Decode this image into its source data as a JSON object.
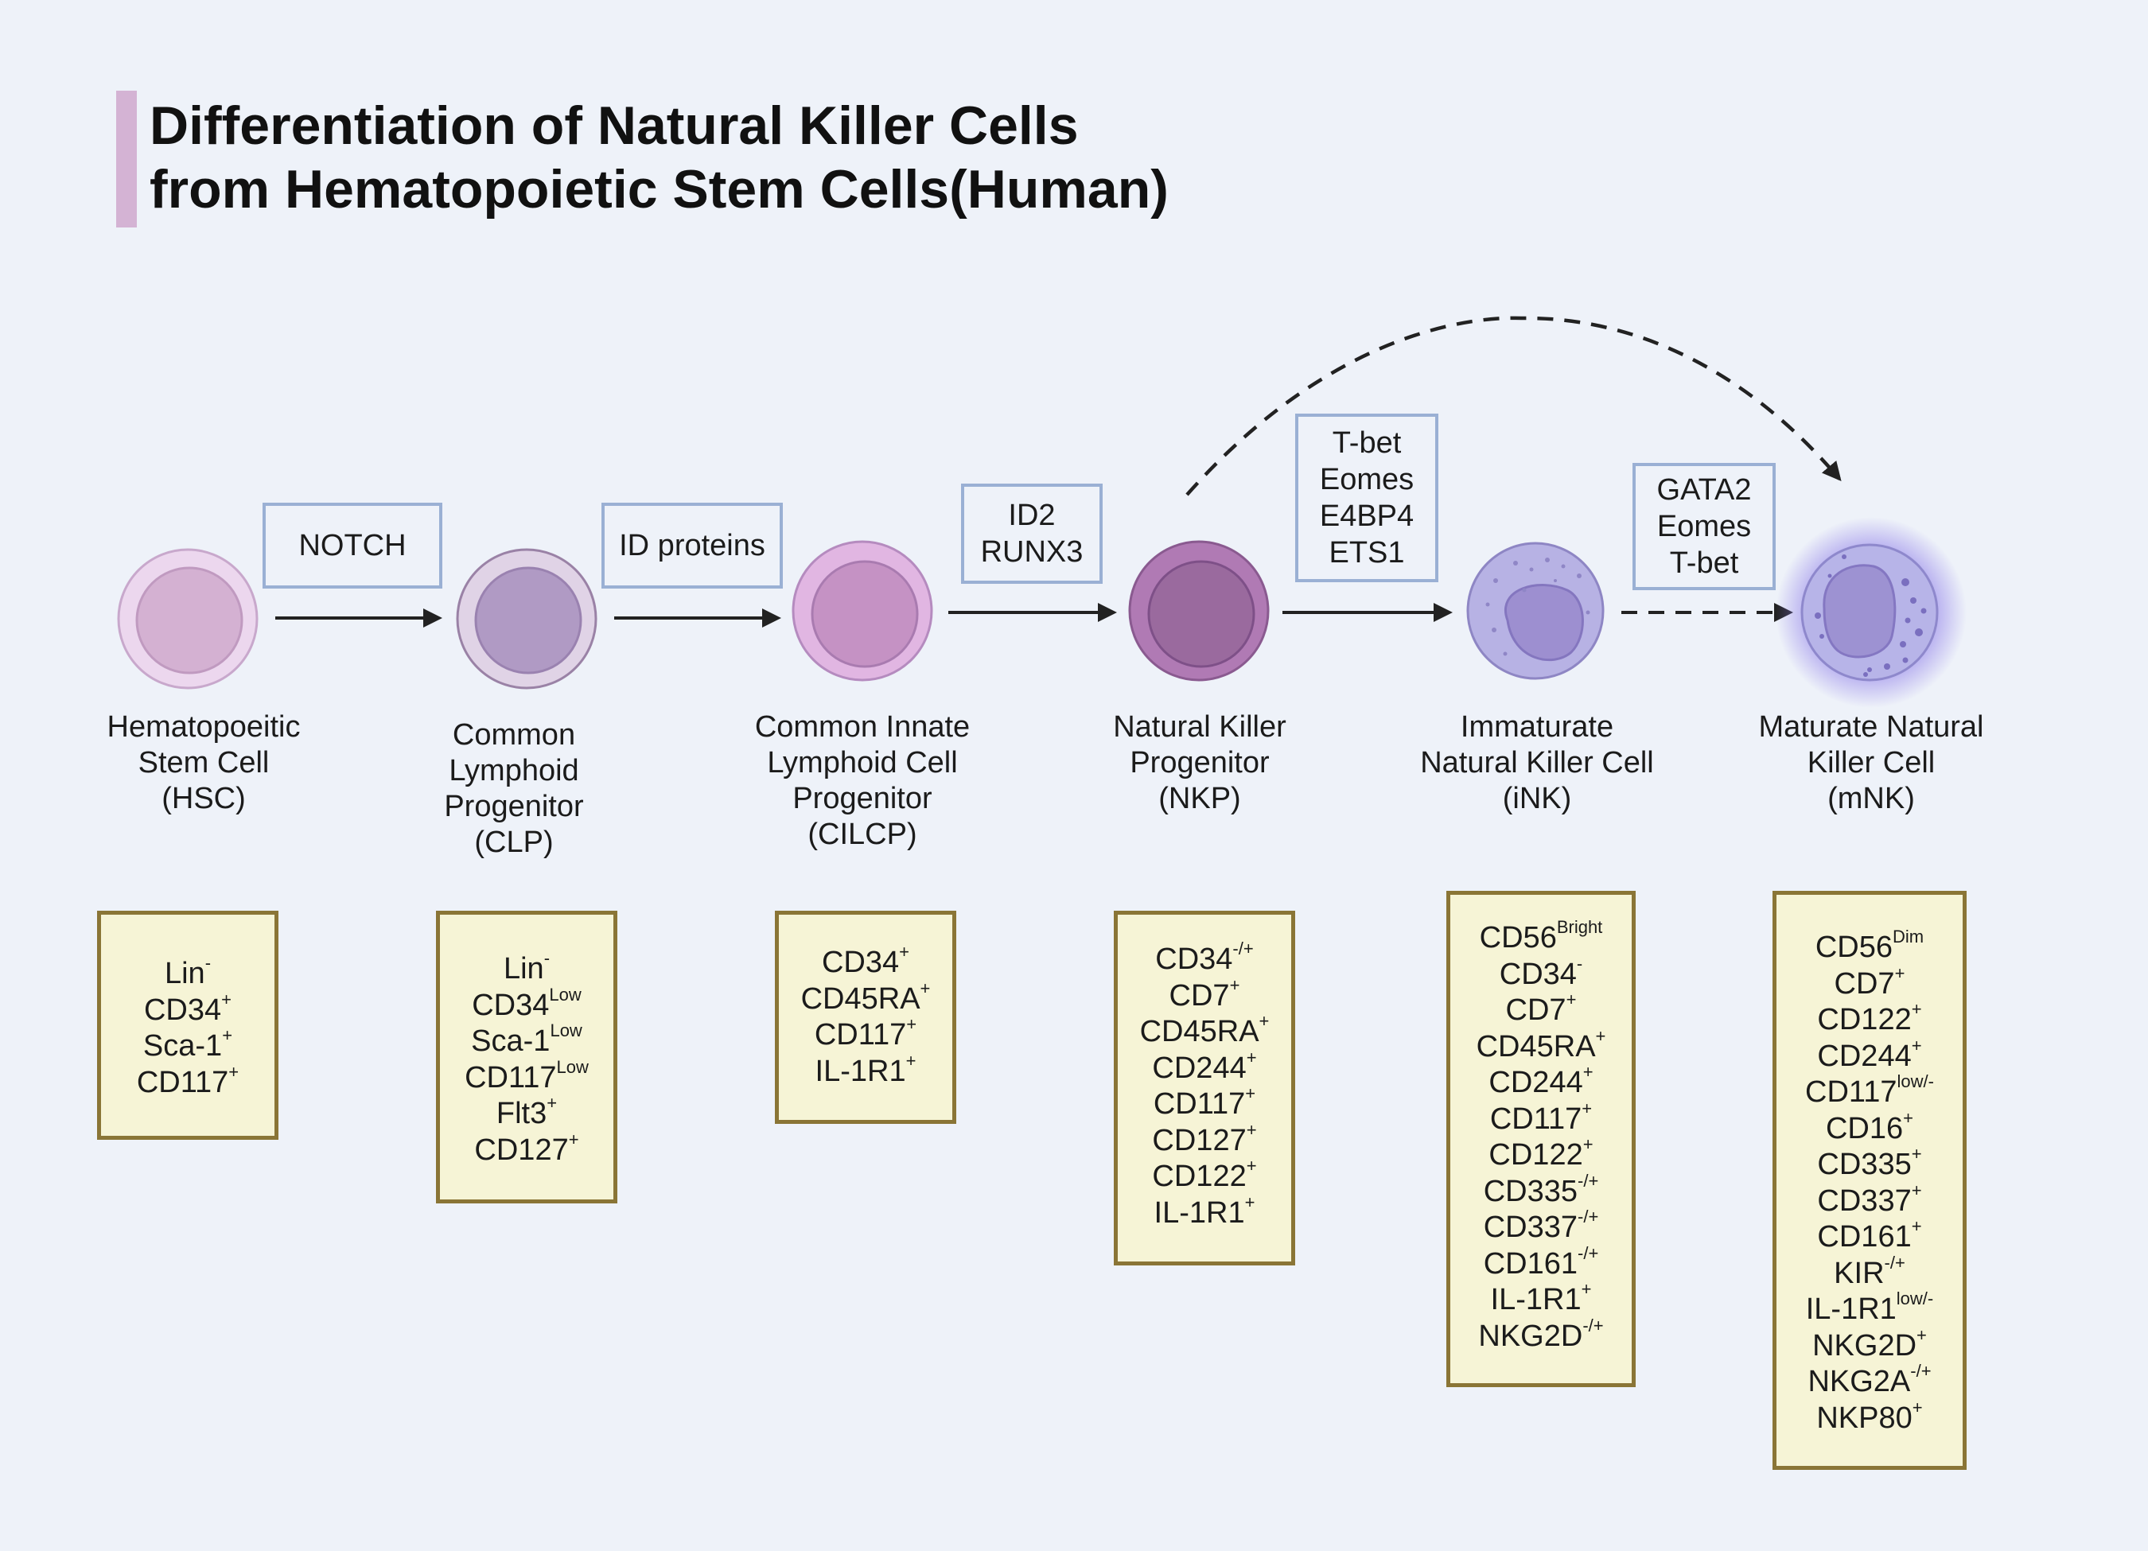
{
  "title": {
    "line1": "Differentiation of Natural Killer Cells",
    "line2": "from Hematopoietic Stem Cells(Human)"
  },
  "colors": {
    "accent_bar": "#d4b3d4",
    "tf_border": "#9ab0d4",
    "marker_border": "#8a7536",
    "marker_fill": "#f6f4d6"
  },
  "transcription_factors": [
    {
      "id": "notch",
      "lines": [
        "NOTCH"
      ]
    },
    {
      "id": "id-proteins",
      "lines": [
        "ID proteins"
      ]
    },
    {
      "id": "id2-runx3",
      "lines": [
        "ID2",
        "RUNX3"
      ]
    },
    {
      "id": "tbet-eomes-e4bp4-ets1",
      "lines": [
        "T-bet",
        "Eomes",
        "E4BP4",
        "ETS1"
      ]
    },
    {
      "id": "gata2-eomes-tbet",
      "lines": [
        "GATA2",
        "Eomes",
        "T-bet"
      ]
    }
  ],
  "cells": [
    {
      "id": "hsc",
      "icon": "hsc-cell-icon",
      "label": [
        "Hematopoeitic",
        "Stem Cell",
        "(HSC)"
      ],
      "markers": [
        [
          "Lin",
          "-"
        ],
        [
          "CD34",
          "+"
        ],
        [
          "Sca-1",
          "+"
        ],
        [
          "CD117",
          "+"
        ]
      ]
    },
    {
      "id": "clp",
      "icon": "clp-cell-icon",
      "label": [
        "Common",
        "Lymphoid",
        "Progenitor",
        "(CLP)"
      ],
      "markers": [
        [
          "Lin",
          "-"
        ],
        [
          "CD34",
          "Low"
        ],
        [
          "Sca-1",
          "Low"
        ],
        [
          "CD117",
          "Low"
        ],
        [
          "Flt3",
          "+"
        ],
        [
          "CD127",
          "+"
        ]
      ]
    },
    {
      "id": "cilcp",
      "icon": "cilcp-cell-icon",
      "label": [
        "Common Innate",
        "Lymphoid Cell",
        "Progenitor",
        "(CILCP)"
      ],
      "markers": [
        [
          "CD34",
          "+"
        ],
        [
          "CD45RA",
          "+"
        ],
        [
          "CD117",
          "+"
        ],
        [
          "IL-1R1",
          "+"
        ]
      ]
    },
    {
      "id": "nkp",
      "icon": "nkp-cell-icon",
      "label": [
        "Natural Killer",
        "Progenitor",
        "(NKP)"
      ],
      "markers": [
        [
          "CD34",
          "-/+"
        ],
        [
          "CD7",
          "+"
        ],
        [
          "CD45RA",
          "+"
        ],
        [
          "CD244",
          "+"
        ],
        [
          "CD117",
          "+"
        ],
        [
          "CD127",
          "+"
        ],
        [
          "CD122",
          "+"
        ],
        [
          "IL-1R1",
          "+"
        ]
      ]
    },
    {
      "id": "ink",
      "icon": "ink-cell-icon",
      "label": [
        "Immaturate",
        "Natural Killer Cell",
        "(iNK)"
      ],
      "markers": [
        [
          "CD56",
          "Bright"
        ],
        [
          "CD34",
          "-"
        ],
        [
          "CD7",
          "+"
        ],
        [
          "CD45RA",
          "+"
        ],
        [
          "CD244",
          "+"
        ],
        [
          "CD117",
          "+"
        ],
        [
          "CD122",
          "+"
        ],
        [
          "CD335",
          "-/+"
        ],
        [
          "CD337",
          "-/+"
        ],
        [
          "CD161",
          "-/+"
        ],
        [
          "IL-1R1",
          "+"
        ],
        [
          "NKG2D",
          "-/+"
        ]
      ]
    },
    {
      "id": "mnk",
      "icon": "mnk-cell-icon",
      "label": [
        "Maturate Natural",
        "Killer Cell",
        "(mNK)"
      ],
      "markers": [
        [
          "CD56",
          "Dim"
        ],
        [
          "CD7",
          "+"
        ],
        [
          "CD122",
          "+"
        ],
        [
          "CD244",
          "+"
        ],
        [
          "CD117",
          "low/-"
        ],
        [
          "CD16",
          "+"
        ],
        [
          "CD335",
          "+"
        ],
        [
          "CD337",
          "+"
        ],
        [
          "CD161",
          "+"
        ],
        [
          "KIR",
          "-/+"
        ],
        [
          "IL-1R1",
          "low/-"
        ],
        [
          "NKG2D",
          "+"
        ],
        [
          "NKG2A",
          "-/+"
        ],
        [
          "NKP80",
          "+"
        ]
      ]
    }
  ]
}
